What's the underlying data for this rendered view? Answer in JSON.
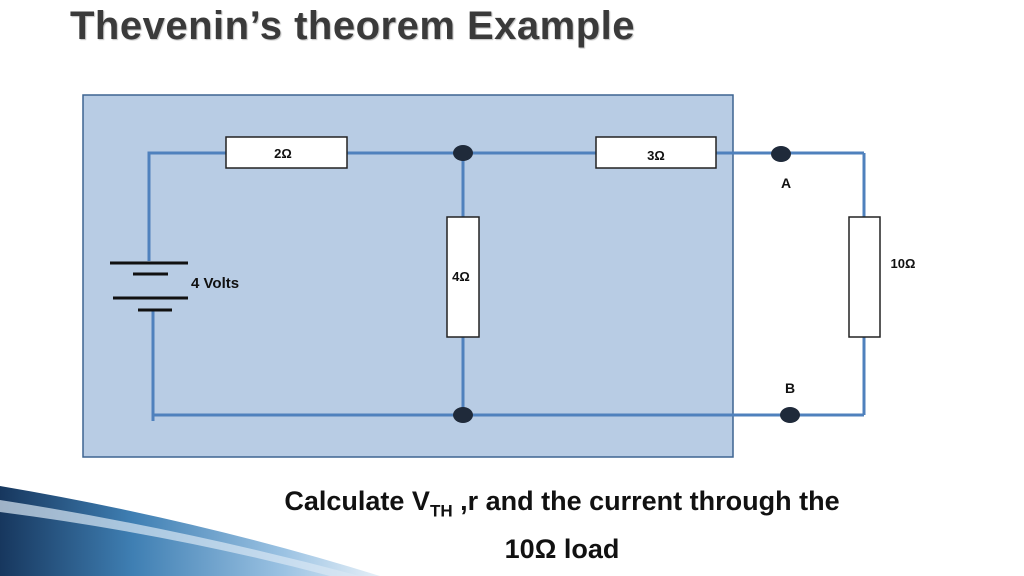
{
  "title": "Thevenin’s theorem Example",
  "colors": {
    "panel_fill": "#b8cce4",
    "panel_border": "#3d6491",
    "wire": "#4f81bd",
    "node": "#1f2a3a",
    "resistor_fill": "#ffffff",
    "resistor_stroke": "#222222",
    "text": "#111111",
    "accent_dark": "#17375e",
    "accent_light": "#8db3d6"
  },
  "circuit": {
    "r1_label": "2Ω",
    "r2_label": "3Ω",
    "r3_label": "4Ω",
    "load_label": "10Ω",
    "source_label": "4 Volts",
    "terminal_a": "A",
    "terminal_b": "B"
  },
  "question": {
    "line1_before": "Calculate V",
    "subscript": "TH",
    "line1_after": " ,r and the current through the",
    "line2": "10Ω load"
  }
}
